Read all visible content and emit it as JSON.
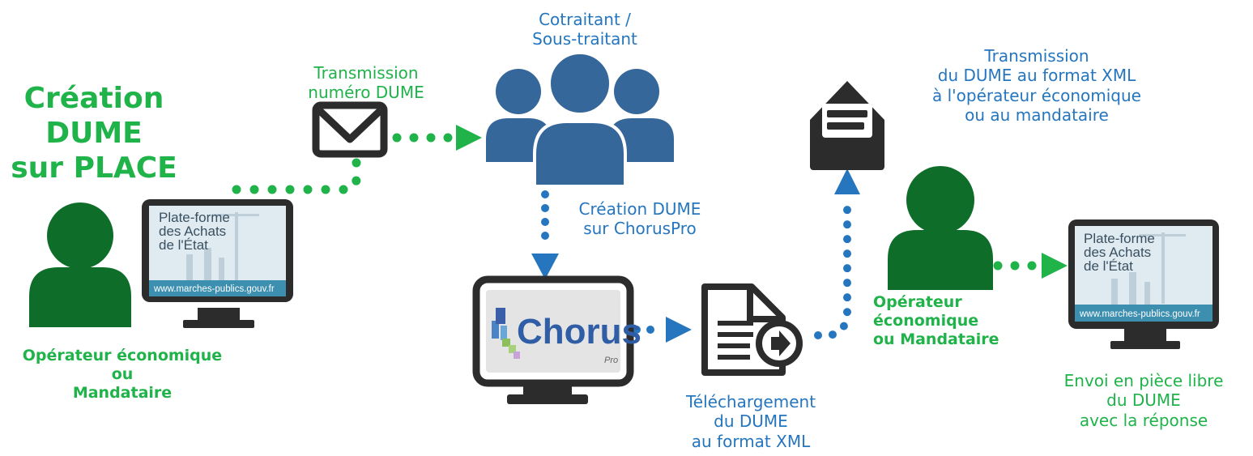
{
  "colors": {
    "green": "#1fb34a",
    "dark_green": "#0f6d2a",
    "blue": "#2576be",
    "person_blue": "#36679a",
    "monitor_dark": "#2c2c2c"
  },
  "title": "Création\nDUME\nsur PLACE",
  "labels": {
    "transmission_numero": "Transmission\nnuméro DUME",
    "cotraitant": "Cotraitant  /\nSous-traitant",
    "creation_choruspro": "Création DUME\nsur ChorusPro",
    "transmission_xml": "Transmission\ndu DUME au format XML\nà l'opérateur économique\nou au mandataire",
    "operateur_left": "Opérateur économique\nou\nMandataire",
    "operateur_right": "Opérateur\néconomique\nou Mandataire",
    "telechargement": "Téléchargement\ndu DUME\nau format XML",
    "envoi": "Envoi en pièce libre\ndu DUME\navec la réponse"
  },
  "platform_screen": {
    "line1": "Plate-forme",
    "line2": "des Achats",
    "line3": "de l'État",
    "url": "www.marches-publics.gouv.fr"
  },
  "chorus_screen": {
    "brand": "Chorus",
    "sub": "Pro"
  },
  "icons": {
    "envelope": "envelope-icon",
    "group": "users-group-icon",
    "open_mail": "open-envelope-icon",
    "document": "document-download-icon"
  }
}
